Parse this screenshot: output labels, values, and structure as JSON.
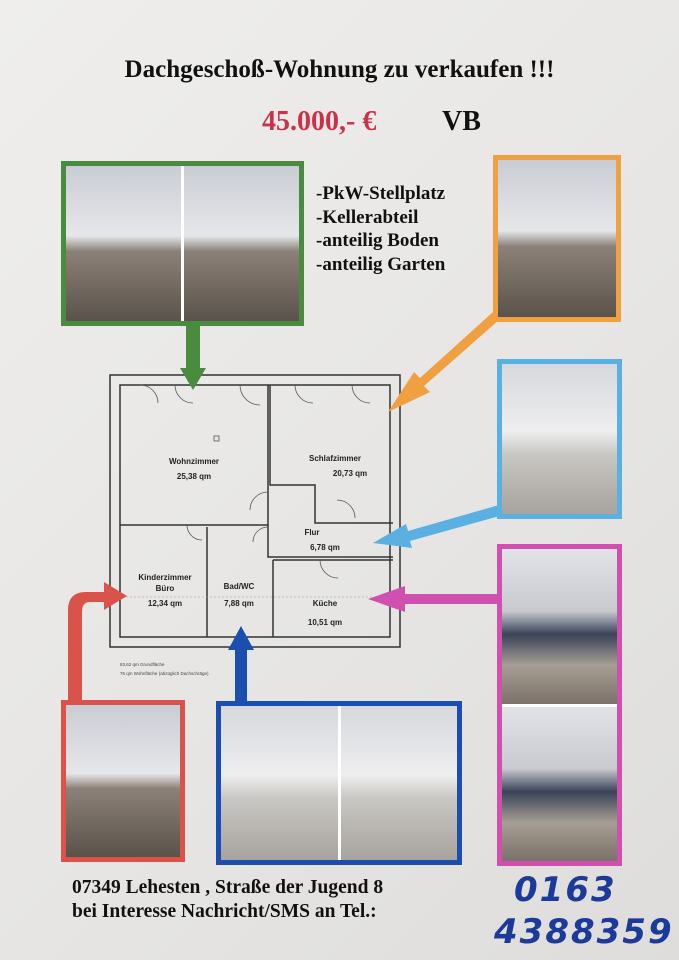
{
  "title": "Dachgeschoß-Wohnung zu verkaufen !!!",
  "price": "45.000,- €",
  "price_suffix": "VB",
  "features": [
    "-PkW-Stellplatz",
    "-Kellerabteil",
    "-anteilig Boden",
    "-anteilig Garten"
  ],
  "rooms": [
    {
      "name": "Wohnzimmer",
      "area": "25,38 qm"
    },
    {
      "name": "Schlafzimmer",
      "area": "20,73 qm"
    },
    {
      "name": "Flur",
      "area": "6,78 qm"
    },
    {
      "name": "Kinderzimmer",
      "name2": "Büro",
      "area": "12,34 qm"
    },
    {
      "name": "Bad/WC",
      "area": "7,88 qm"
    },
    {
      "name": "Küche",
      "area": "10,51 qm"
    }
  ],
  "plan_notes": [
    "83,62 qm Grundfläche",
    "76 qm Wohnfläche (abzüglich Dachschräge)"
  ],
  "address": "07349 Lehesten , Straße der Jugend 8",
  "contact": "bei Interesse Nachricht/SMS an Tel.:",
  "phone_line1": "0163",
  "phone_line2": "4388359",
  "colors": {
    "green": "#4a8c3f",
    "orange": "#f0a040",
    "lightblue": "#5ab0e0",
    "magenta": "#d050b0",
    "red": "#d9534a",
    "blue": "#1a4fb0",
    "price": "#c8334a"
  }
}
